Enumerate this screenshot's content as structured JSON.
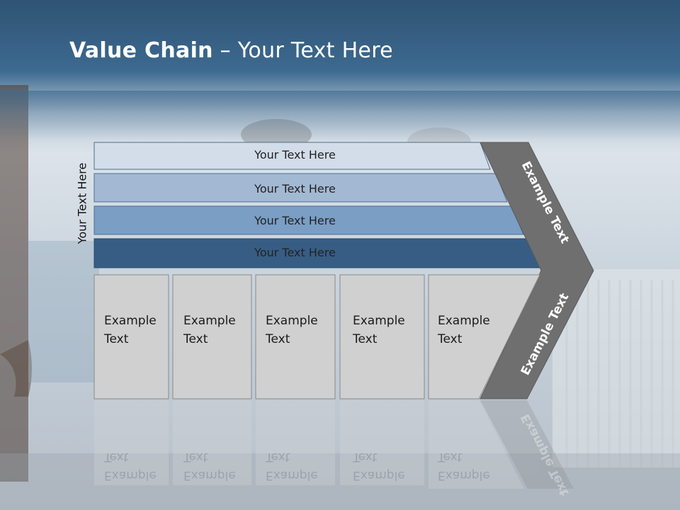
{
  "title": {
    "bold": "Value Chain",
    "rest": " – Your Text Here"
  },
  "side_label": "Your Text Here",
  "bands": [
    {
      "label": "Your Text Here",
      "color": "#d3dde9"
    },
    {
      "label": "Your Text Here",
      "color": "#a3b9d3"
    },
    {
      "label": "Your Text Here",
      "color": "#7a9ec4"
    },
    {
      "label": "Your Text Here",
      "color": "#375d84"
    }
  ],
  "boxes": [
    {
      "line1": "Example",
      "line2": "Text"
    },
    {
      "line1": "Example",
      "line2": "Text"
    },
    {
      "line1": "Example",
      "line2": "Text"
    },
    {
      "line1": "Example",
      "line2": "Text"
    },
    {
      "line1": "Example",
      "line2": "Text"
    }
  ],
  "chevron": {
    "upper": "Example Text",
    "lower": "Example Text",
    "color": "#6f6f6f"
  }
}
